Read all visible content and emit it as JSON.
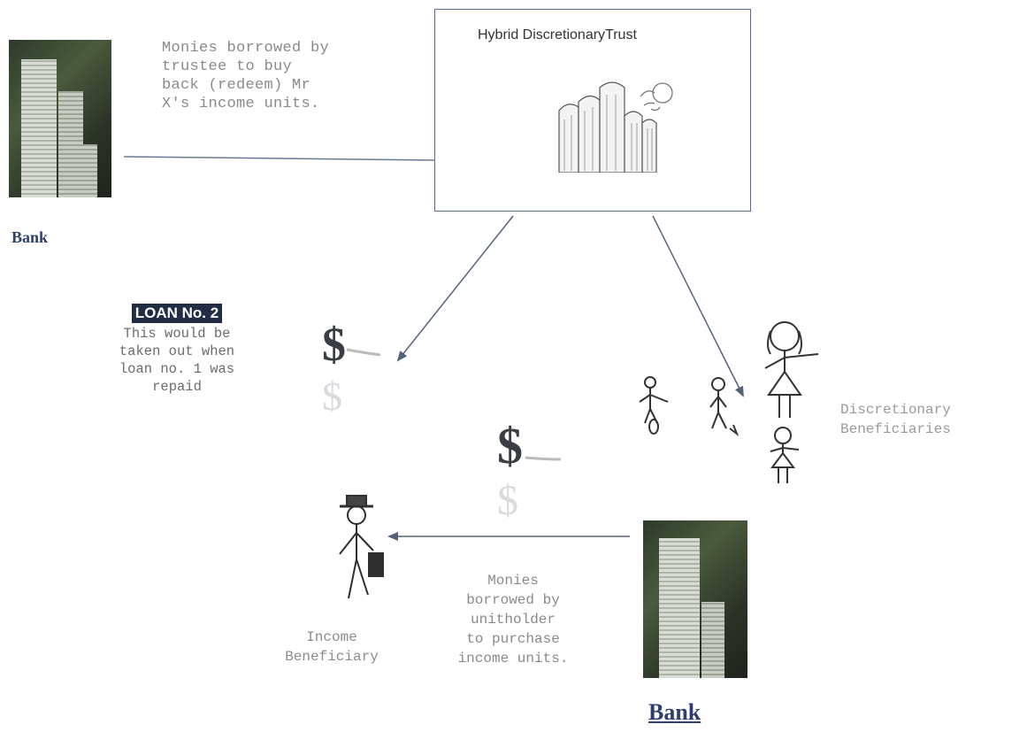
{
  "trust": {
    "title": "Hybrid DiscretionaryTrust"
  },
  "top_note": {
    "text": "Monies borrowed by\ntrustee to buy\nback (redeem) Mr\nX's income units."
  },
  "bank_top": {
    "label": "Bank"
  },
  "loan2": {
    "title": "LOAN No. 2",
    "text": "This would be\ntaken out when\nloan no. 1 was\nrepaid"
  },
  "discretionary": {
    "label": "Discretionary\nBeneficiaries"
  },
  "income_beneficiary": {
    "label": "Income\nBeneficiary"
  },
  "bottom_note": {
    "text": "Monies\nborrowed by\nunitholder\nto purchase\nincome units."
  },
  "bank_bottom": {
    "label": "Bank"
  },
  "icons": [
    "bank-building-icon",
    "city-skyline-icon",
    "dollar-sign-icon",
    "stick-figure-icon",
    "businessman-icon"
  ],
  "colors": {
    "line": "#6b7a94",
    "bank_label": "#2e3e6e",
    "loan_bg": "#222c44"
  }
}
